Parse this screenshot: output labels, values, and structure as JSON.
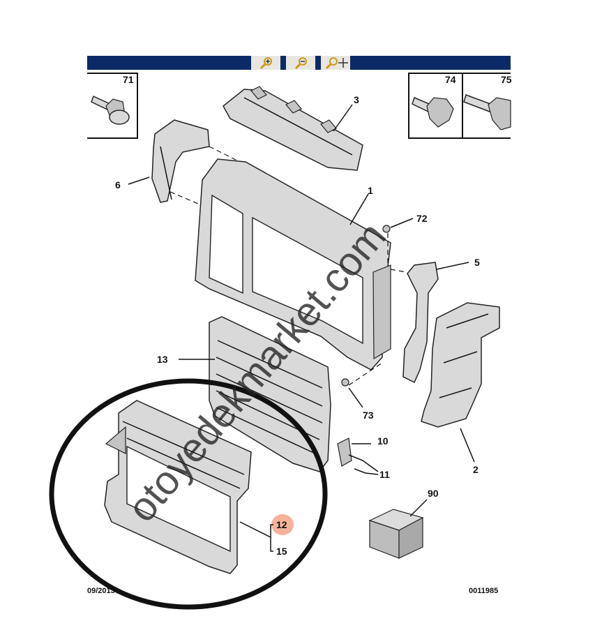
{
  "toolbar": {
    "color": "#0b2a66",
    "buttons": [
      {
        "icon": "zoom-in-icon"
      },
      {
        "icon": "zoom-out-icon"
      },
      {
        "icon": "zoom-pan-icon"
      }
    ]
  },
  "callouts": {
    "c71": "71",
    "c74": "74",
    "c75": "75",
    "c3": "3",
    "c6": "6",
    "c1": "1",
    "c72": "72",
    "c5": "5",
    "c13": "13",
    "c73": "73",
    "c10": "10",
    "c11": "11",
    "c2": "2",
    "c90": "90",
    "c12": "12",
    "c15": "15"
  },
  "footer": {
    "left": "09/2013",
    "right": "0011985"
  },
  "watermark": "otoyedekmarket.com",
  "colors": {
    "highlight": "#f4a58a",
    "circle": "#111111"
  }
}
